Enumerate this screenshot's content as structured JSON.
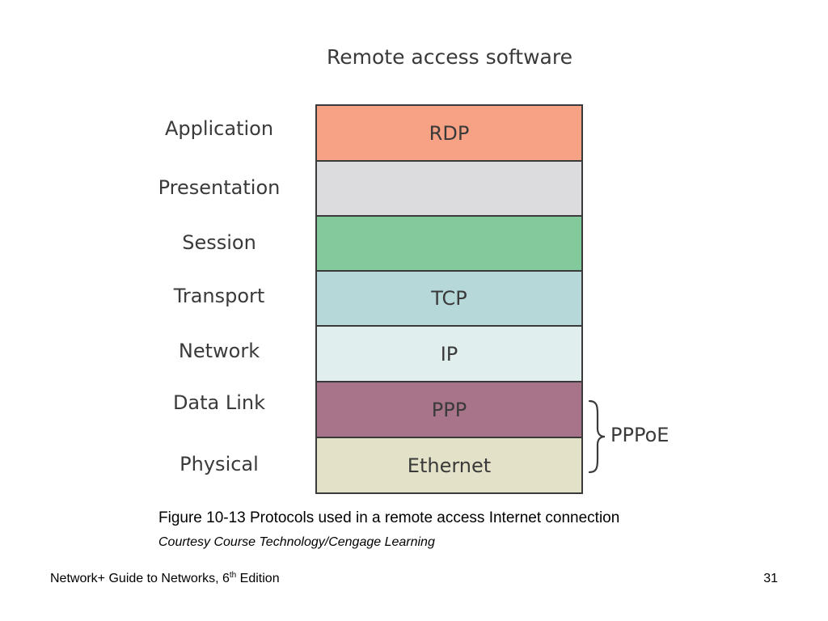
{
  "diagram": {
    "title": "Remote access software",
    "layers": [
      {
        "label": "Application",
        "protocol": "RDP",
        "color": "#f7a185"
      },
      {
        "label": "Presentation",
        "protocol": "",
        "color": "#dcdcde"
      },
      {
        "label": "Session",
        "protocol": "",
        "color": "#82c99b"
      },
      {
        "label": "Transport",
        "protocol": "TCP",
        "color": "#b6d8d8"
      },
      {
        "label": "Network",
        "protocol": "IP",
        "color": "#e0eeee"
      },
      {
        "label": "Data Link",
        "protocol": "PPP",
        "color": "#a87489"
      },
      {
        "label": "Physical",
        "protocol": "Ethernet",
        "color": "#e3e1c8"
      }
    ],
    "brace_label": "PPPoE"
  },
  "caption": {
    "figure": "Figure 10-13 Protocols used in a remote access Internet connection",
    "credit": "Courtesy Course Technology/Cengage Learning"
  },
  "footer": {
    "book_title_prefix": "Network+ Guide to Networks, 6",
    "book_title_superscript": "th",
    "book_title_suffix": " Edition",
    "page_number": "31"
  }
}
